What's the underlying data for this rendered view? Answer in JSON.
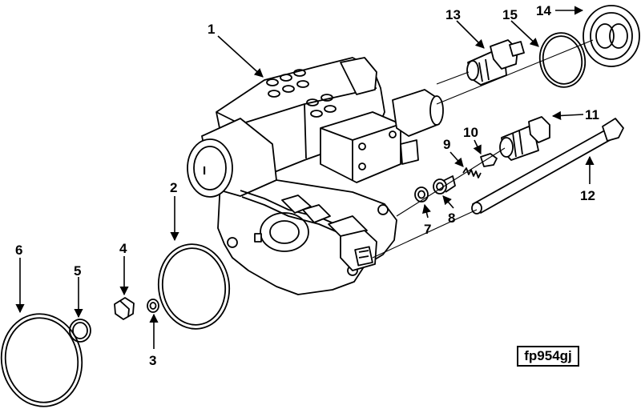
{
  "figure_id": "fp954gj",
  "callouts": [
    {
      "id": "1",
      "text": "1"
    },
    {
      "id": "2",
      "text": "2"
    },
    {
      "id": "3",
      "text": "3"
    },
    {
      "id": "4",
      "text": "4"
    },
    {
      "id": "5",
      "text": "5"
    },
    {
      "id": "6",
      "text": "6"
    },
    {
      "id": "7",
      "text": "7"
    },
    {
      "id": "8",
      "text": "8"
    },
    {
      "id": "9",
      "text": "9"
    },
    {
      "id": "10",
      "text": "10"
    },
    {
      "id": "11",
      "text": "11"
    },
    {
      "id": "12",
      "text": "12"
    },
    {
      "id": "13",
      "text": "13"
    },
    {
      "id": "14",
      "text": "14"
    },
    {
      "id": "15",
      "text": "15"
    }
  ]
}
